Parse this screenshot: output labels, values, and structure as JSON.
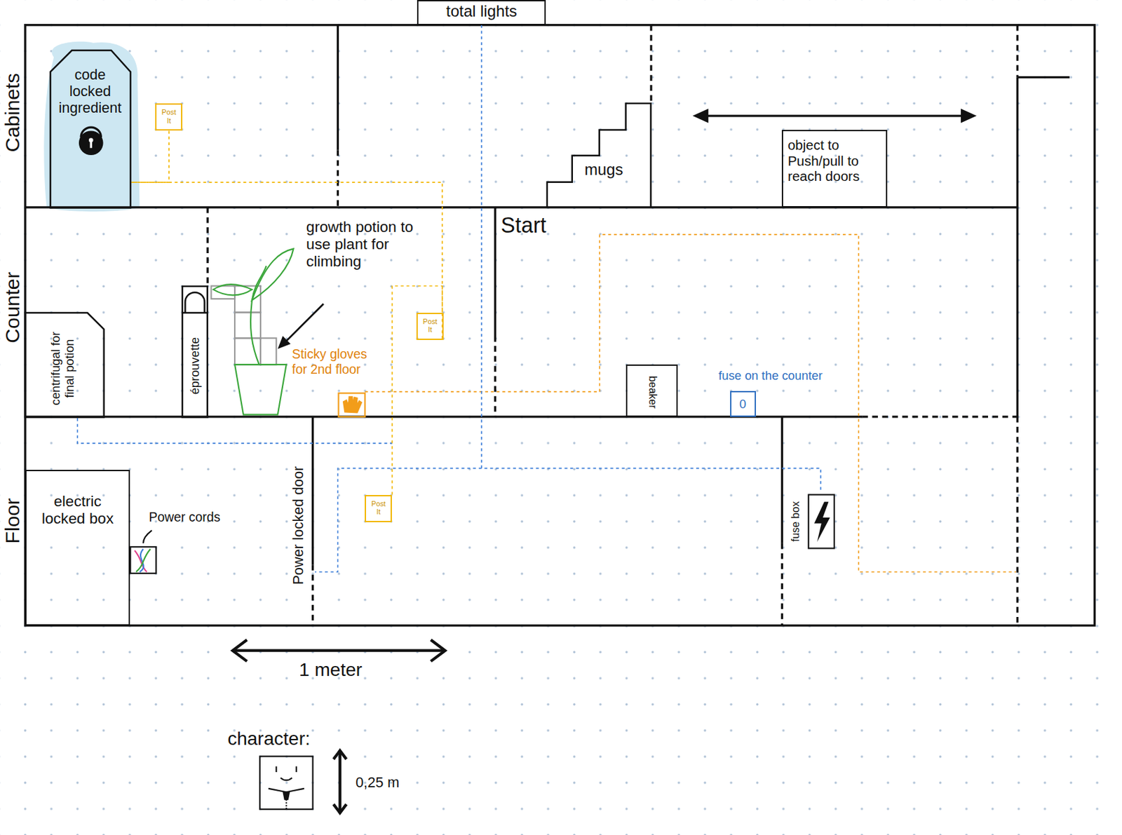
{
  "diagram": {
    "nodes": [
      {
        "text": [
          "total lights"
        ]
      },
      {
        "text": [
          "code locked ingredient"
        ]
      },
      {
        "text": [
          "Post It"
        ]
      },
      {
        "text": [
          "mugs"
        ]
      },
      {
        "text": [
          "object to Push/pull to reach doors"
        ]
      },
      {
        "text": [
          "Post It"
        ]
      },
      {
        "text": [
          "centrifugal for final potion"
        ]
      },
      {
        "text": [
          "éprouvette"
        ]
      },
      {
        "text": [
          "beaker"
        ]
      },
      {
        "text": [
          "fuse on the counter",
          "0"
        ]
      },
      {
        "text": [
          "electric locked box"
        ]
      },
      {
        "text": [
          "Post It"
        ]
      },
      {
        "text": [
          "fuse box"
        ]
      }
    ],
    "edges": [
      {
        "from": 2,
        "to": 1,
        "arrow": "none"
      },
      {
        "from": 5,
        "to": 1,
        "arrow": "none"
      },
      {
        "from": 11,
        "to": 5,
        "arrow": "none"
      },
      {
        "from": 0,
        "to": 12,
        "arrow": "none"
      }
    ],
    "labels": [
      "Cabinets",
      "Counter",
      "Floor",
      "Start",
      "growth potion to use plant for climbing",
      "Sticky gloves for 2nd floor",
      "Power cords",
      "Power locked door",
      "1 meter",
      "character:",
      "0,25 m"
    ]
  }
}
